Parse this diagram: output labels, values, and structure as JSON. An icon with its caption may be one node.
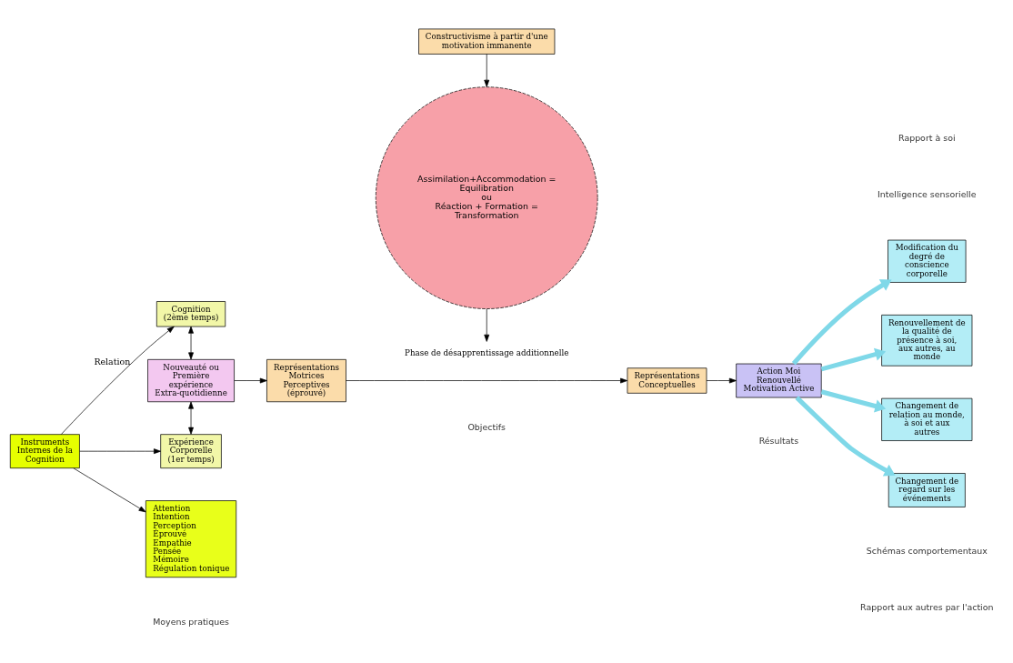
{
  "diagram": {
    "nodes": [
      {
        "text": [
          "Instruments Internes de la Cognition"
        ]
      },
      {
        "text": [
          "Cognition",
          "(2ème temps)"
        ]
      },
      {
        "text": [
          "Nouveauté ou Première expérience Extra-quotidienne"
        ]
      },
      {
        "text": [
          "Expérience Corporelle",
          "(1er temps)"
        ]
      },
      {
        "text": [
          "Attention",
          "Intention",
          "Perception",
          "Éprouvé",
          "Empathie",
          "Pensée",
          "Mémoire",
          "Régulation tonique"
        ]
      },
      {
        "text": [
          "Constructivisme à partir d'une motivation immanente"
        ]
      },
      {
        "text": [
          "Représentations Motrices Perceptives",
          "(éprouvé)"
        ]
      },
      {
        "text": [
          "Assimilation+Accommodation = Equilibration",
          "ou",
          "Réaction + Formation = Transformation"
        ]
      },
      {
        "text": [
          "Représentations Conceptuelles"
        ]
      },
      {
        "text": [
          "Phase de désapprentissage additionnelle"
        ]
      },
      {
        "text": [
          "Action Moi Renouvellé Motivation Active"
        ]
      },
      {
        "text": [
          "Modification du degré de conscience corporelle"
        ]
      },
      {
        "text": [
          "Renouvellement de la qualité de présence à soi, aux autres, au monde"
        ]
      },
      {
        "text": [
          "Changement de relation au monde, à soi et aux autres"
        ]
      },
      {
        "text": [
          "Changement de regard sur les événements"
        ]
      }
    ],
    "edges": [
      {
        "from": 0,
        "to": 1,
        "arrow": "to",
        "label": "Relation"
      },
      {
        "from": 0,
        "to": 3,
        "arrow": "to"
      },
      {
        "from": 0,
        "to": 4,
        "arrow": "to"
      },
      {
        "from": 1,
        "to": 2,
        "arrow": "both"
      },
      {
        "from": 2,
        "to": 3,
        "arrow": "both"
      },
      {
        "from": 2,
        "to": 6,
        "arrow": "to"
      },
      {
        "from": 5,
        "to": 7,
        "arrow": "to"
      },
      {
        "from": 6,
        "to": 8,
        "arrow": "to"
      },
      {
        "from": 7,
        "to": 9,
        "arrow": "to"
      },
      {
        "from": 8,
        "to": 10,
        "arrow": "to"
      },
      {
        "from": 10,
        "to": 11,
        "arrow": "to",
        "style": "thick",
        "color": "#7fd8e8"
      },
      {
        "from": 10,
        "to": 12,
        "arrow": "to",
        "style": "thick",
        "color": "#7fd8e8"
      },
      {
        "from": 10,
        "to": 13,
        "arrow": "to",
        "style": "thick",
        "color": "#7fd8e8"
      },
      {
        "from": 10,
        "to": 14,
        "arrow": "to",
        "style": "thick",
        "color": "#7fd8e8"
      }
    ],
    "labels": [
      "Rapport à soi",
      "Intelligence sensorielle",
      "Schémas comportementaux",
      "Rapport aux autres par l'action",
      "Moyens pratiques",
      "Objectifs",
      "Résultats"
    ]
  }
}
